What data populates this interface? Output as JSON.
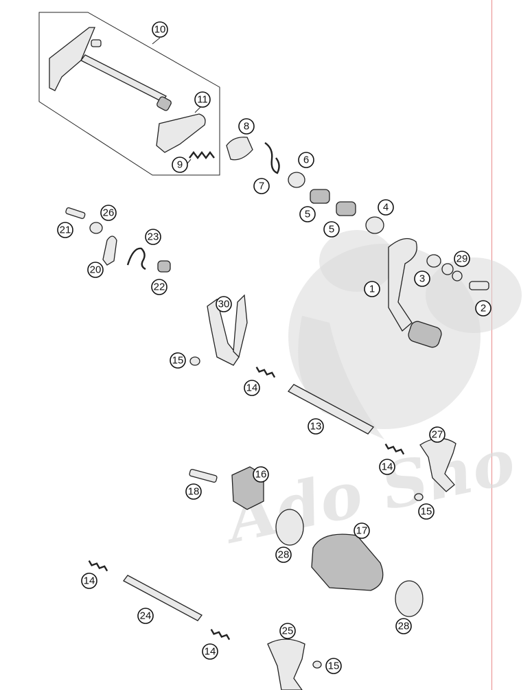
{
  "diagram": {
    "watermark_text": "Ado Sho",
    "labels": [
      {
        "id": "lbl-10",
        "text": "10"
      },
      {
        "id": "lbl-11",
        "text": "11"
      },
      {
        "id": "lbl-9",
        "text": "9"
      },
      {
        "id": "lbl-8",
        "text": "8"
      },
      {
        "id": "lbl-7",
        "text": "7"
      },
      {
        "id": "lbl-6",
        "text": "6"
      },
      {
        "id": "lbl-5a",
        "text": "5"
      },
      {
        "id": "lbl-5b",
        "text": "5"
      },
      {
        "id": "lbl-4",
        "text": "4"
      },
      {
        "id": "lbl-26",
        "text": "26"
      },
      {
        "id": "lbl-21",
        "text": "21"
      },
      {
        "id": "lbl-23",
        "text": "23"
      },
      {
        "id": "lbl-20",
        "text": "20"
      },
      {
        "id": "lbl-22",
        "text": "22"
      },
      {
        "id": "lbl-29",
        "text": "29"
      },
      {
        "id": "lbl-1",
        "text": "1"
      },
      {
        "id": "lbl-3",
        "text": "3"
      },
      {
        "id": "lbl-2",
        "text": "2"
      },
      {
        "id": "lbl-30",
        "text": "30"
      },
      {
        "id": "lbl-15a",
        "text": "15"
      },
      {
        "id": "lbl-14a",
        "text": "14"
      },
      {
        "id": "lbl-13",
        "text": "13"
      },
      {
        "id": "lbl-27",
        "text": "27"
      },
      {
        "id": "lbl-14b",
        "text": "14"
      },
      {
        "id": "lbl-15b",
        "text": "15"
      },
      {
        "id": "lbl-16",
        "text": "16"
      },
      {
        "id": "lbl-18",
        "text": "18"
      },
      {
        "id": "lbl-17",
        "text": "17"
      },
      {
        "id": "lbl-28a",
        "text": "28"
      },
      {
        "id": "lbl-14c",
        "text": "14"
      },
      {
        "id": "lbl-24",
        "text": "24"
      },
      {
        "id": "lbl-28b",
        "text": "28"
      },
      {
        "id": "lbl-25",
        "text": "25"
      },
      {
        "id": "lbl-14d",
        "text": "14"
      },
      {
        "id": "lbl-15c",
        "text": "15"
      }
    ]
  }
}
